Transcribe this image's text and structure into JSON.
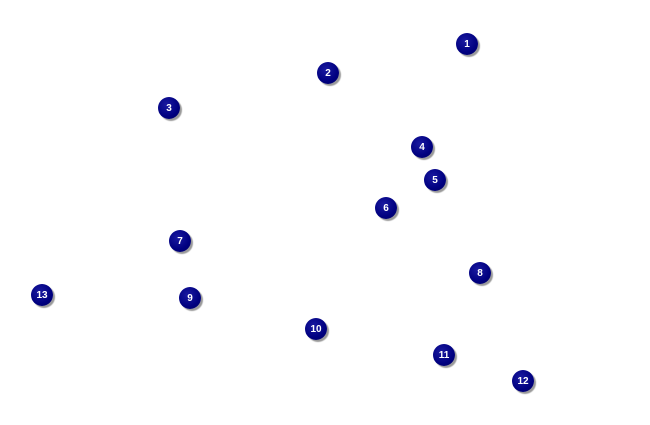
{
  "markers": [
    {
      "label": "1"
    },
    {
      "label": "2"
    },
    {
      "label": "3"
    },
    {
      "label": "4"
    },
    {
      "label": "5"
    },
    {
      "label": "6"
    },
    {
      "label": "7"
    },
    {
      "label": "8"
    },
    {
      "label": "9"
    },
    {
      "label": "10"
    },
    {
      "label": "11"
    },
    {
      "label": "12"
    },
    {
      "label": "13"
    }
  ],
  "colors": {
    "marker": "#000080",
    "text": "#ffffff"
  }
}
